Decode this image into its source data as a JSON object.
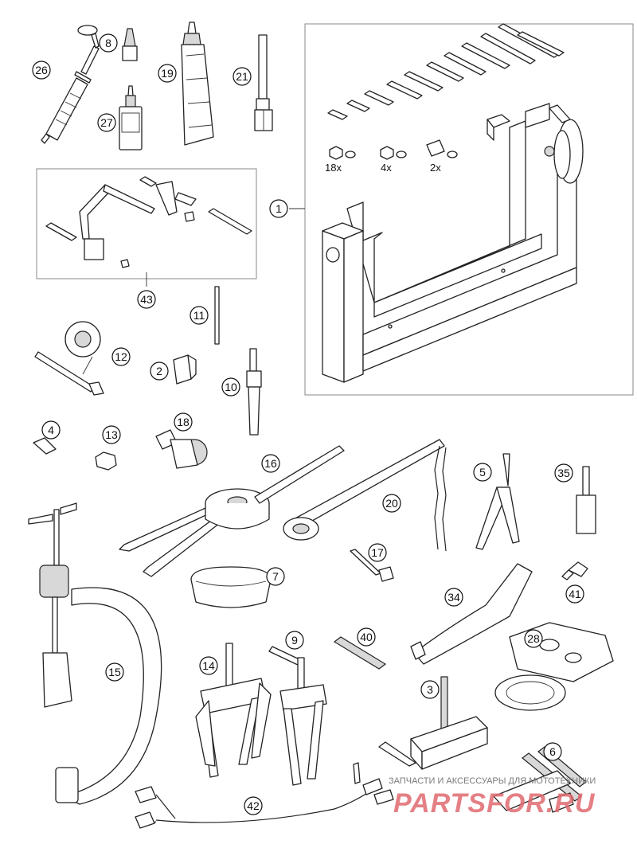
{
  "callouts": {
    "c1": "1",
    "c2": "2",
    "c3": "3",
    "c4": "4",
    "c5": "5",
    "c6": "6",
    "c7": "7",
    "c8": "8",
    "c9": "9",
    "c10": "10",
    "c11": "11",
    "c12": "12",
    "c13": "13",
    "c14": "14",
    "c15": "15",
    "c16": "16",
    "c17": "17",
    "c18": "18",
    "c19": "19",
    "c20": "20",
    "c21": "21",
    "c26": "26",
    "c27": "27",
    "c28": "28",
    "c34": "34",
    "c35": "35",
    "c40": "40",
    "c41": "41",
    "c42": "42",
    "c43": "43"
  },
  "quantities": {
    "q18": "18x",
    "q4": "4x",
    "q2": "2x"
  },
  "watermark": {
    "line": "ЗАПЧАСТИ И АКСЕССУАРЫ ДЛЯ МОТОТЕХНИКИ",
    "brand": "PARTSFOR.RU"
  },
  "colors": {
    "ink": "#222222",
    "box": "#888888",
    "brand": "#e06a70"
  }
}
